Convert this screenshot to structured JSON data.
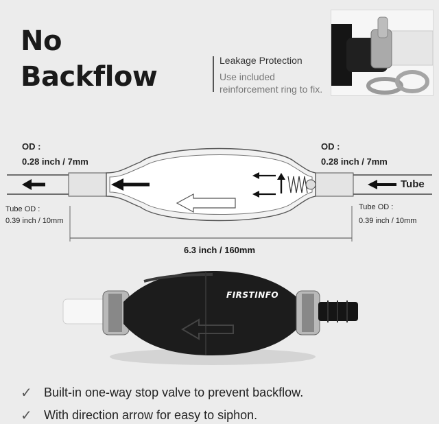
{
  "title_lines": [
    "No",
    "Backflow"
  ],
  "leakage": {
    "title": "Leakage Protection",
    "description": "Use included reinforcement ring to fix."
  },
  "dimensions": {
    "left_od_label": "OD :",
    "left_od_value": "0.28 inch / 7mm",
    "right_od_label": "OD :",
    "right_od_value": "0.28 inch / 7mm",
    "left_tube_od_label": "Tube OD :",
    "left_tube_od_value": "0.39 inch / 10mm",
    "right_tube_od_label": "Tube OD :",
    "right_tube_od_value": "0.39 inch / 10mm",
    "tube_label": "Tube",
    "length_label": "6.3 inch / 160mm"
  },
  "brand": "FIRSTINFO",
  "features": [
    "Built-in one-way stop valve to prevent backflow.",
    "With direction arrow for easy to siphon."
  ],
  "icons": {
    "check": "check-icon",
    "arrow": "left-arrow-icon"
  },
  "colors": {
    "background": "#ececec",
    "text": "#1a1a1a",
    "bulb": "#1c1c1c",
    "clamp": "#b9b9b9"
  }
}
